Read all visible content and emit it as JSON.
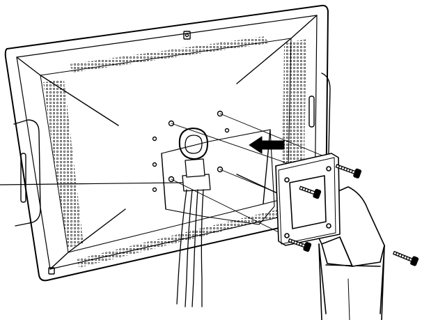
{
  "diagram": {
    "subject": "monitor-rear-vesa-mount-installation",
    "line_color": "#000000",
    "background_color": "#ffffff",
    "screw_count_front": 4,
    "screw_count_side": 1,
    "insertion_arrow": "points-left-toward-monitor"
  }
}
